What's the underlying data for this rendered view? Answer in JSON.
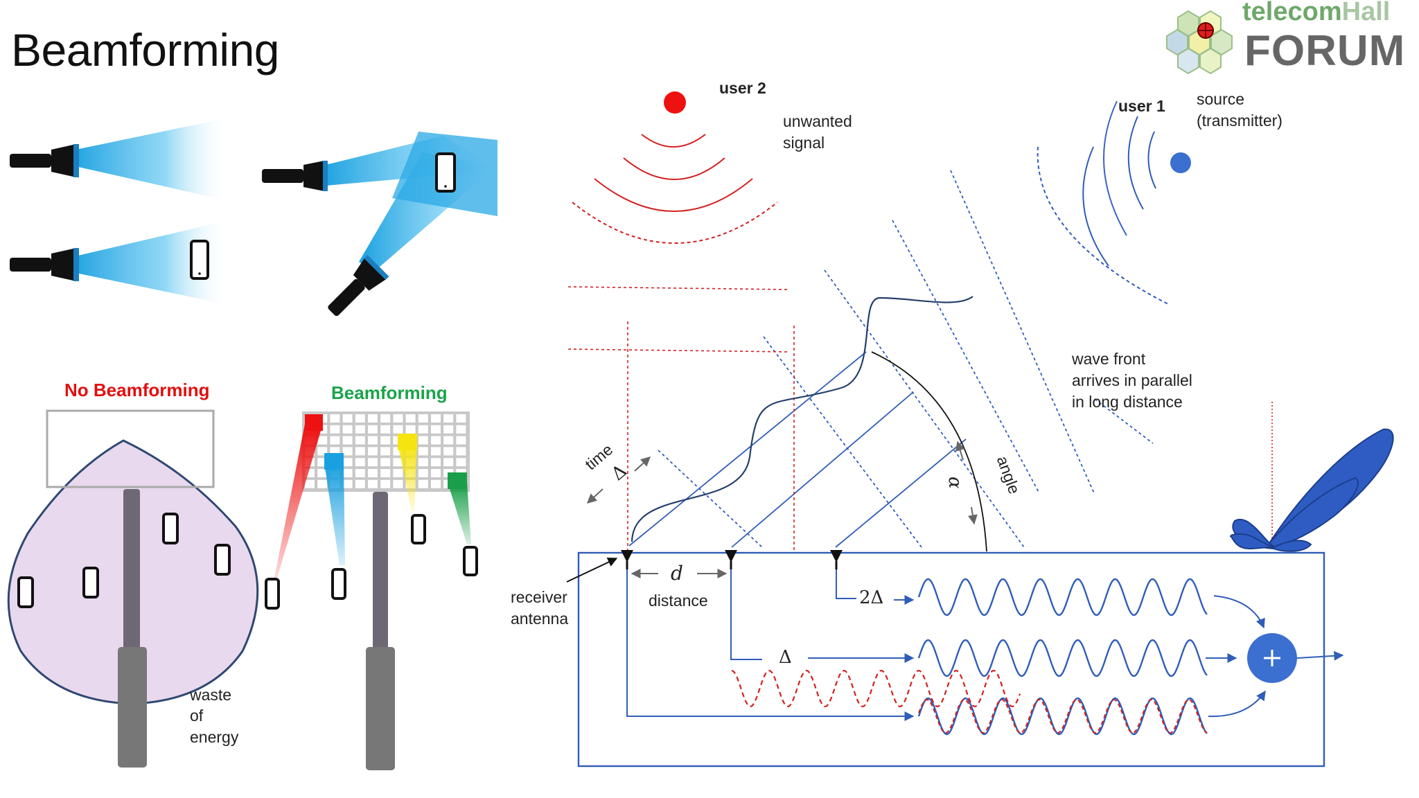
{
  "title": "Beamforming",
  "logo": {
    "part1": "telecom",
    "part2": "Hall",
    "forum": "FORUM"
  },
  "left": {
    "no_beamforming": "No Beamforming",
    "beamforming": "Beamforming",
    "waste": "waste",
    "of": "of",
    "energy": "energy"
  },
  "right": {
    "user2": "user 2",
    "unwanted_line1": "unwanted",
    "unwanted_line2": "signal",
    "user1": "user 1",
    "source_line1": "source",
    "source_line2": "(transmitter)",
    "wave_line1": "wave front",
    "wave_line2": "arrives in parallel",
    "wave_line3": "in long distance",
    "time": "time",
    "delta": "Δ",
    "alpha": "α",
    "angle": "angle",
    "d": "d",
    "distance": "distance",
    "receiver_line1": "receiver",
    "receiver_line2": "antenna",
    "two_delta": "2Δ",
    "plus": "+"
  },
  "colors": {
    "beam": "#1aa0e0",
    "no_beam_fill": "#e8d8ee",
    "user2": "#ee1111",
    "user1": "#3b6fd0",
    "wave_blue": "#2f5db8",
    "wave_red": "#d42020",
    "lobe": "#2e5cc2",
    "sq_red": "#ee1111",
    "sq_blue": "#1aa0e0",
    "sq_yellow": "#f5e40f",
    "sq_green": "#1a9e4a"
  }
}
